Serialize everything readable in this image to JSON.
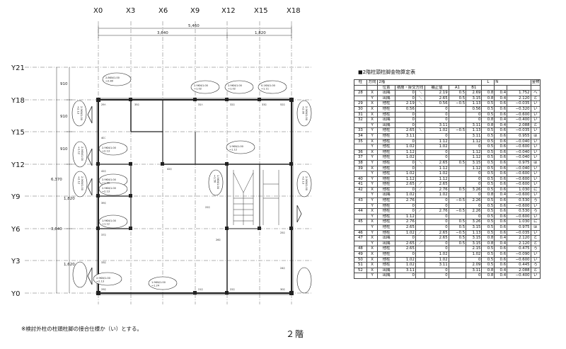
{
  "grid": {
    "x_labels": [
      "X0",
      "X3",
      "X6",
      "X9",
      "X12",
      "X15",
      "X18"
    ],
    "y_labels": [
      "Y21",
      "Y18",
      "Y15",
      "Y12",
      "Y9",
      "Y6",
      "Y3",
      "Y0"
    ]
  },
  "dimensions": {
    "overall_x": "5,460",
    "span_x_left": "3,640",
    "span_x_right": "1,820",
    "y_910_1": "910",
    "y_910_2": "910",
    "y_910_3": "910",
    "overall_y": "6,370",
    "y_1820": "1,820",
    "y_3640": "3,640",
    "y_1620": "1,620"
  },
  "callouts": {
    "c1": "2.8KN/1.00\n=2.80",
    "c2": "2.9KN/1.00\n=1.02",
    "c3": "2.9KN/1.00\n=1.02",
    "c4": "0.1KN/1.00\n=1.11",
    "c5": "2.9KN/1.00\n=2.13",
    "c6": "2.9KN/1.00\n=1.90",
    "c7": "2.9KN/1.00\n=2.13",
    "c8": "1.9KN/1.00\n=1.12",
    "c9": "1.9KN/1.00\n=1.12",
    "c10": "2.9KN/1.00\n=2.13",
    "c11": "1.9KN/1.00\n=1.24",
    "c12": "2.9KN/1.00\n=2.13",
    "c13": "2.9KN/1.00\n=2.00",
    "c14": "2.9KN/1.00\n=1.12",
    "c15": "2.9KN/1.00\n=2.12",
    "c16": "1.9KN/1.00\n=1.56",
    "c17": "2.9KN/1.00\n=2.13"
  },
  "footer_note": "※検討外柱の柱頭柱脚の接合仕様か（い）とする。",
  "floor_label": "２階",
  "table": {
    "title": "■2階柱頭柱脚金物算定表",
    "header1": [
      "柱",
      "方向",
      "2階",
      "",
      "",
      "",
      "",
      "",
      "L",
      "N",
      "金物"
    ],
    "header2": [
      "",
      "",
      "位置",
      "積層・掛交方向",
      "",
      "補正値",
      "A1",
      "B1",
      "",
      "",
      ""
    ],
    "rows": [
      [
        "28",
        "X",
        "出隅",
        "0",
        "＼",
        "2.19",
        "0.5",
        "2.69",
        "0.8",
        "0.4",
        "1.752",
        "へ"
      ],
      [
        "",
        "Y",
        "出隅",
        "0",
        "＼",
        "2.65",
        "0.5",
        "3.15",
        "0.8",
        "0.4",
        "2.120",
        "と"
      ],
      [
        "29",
        "X",
        "他柱",
        "2.19",
        "＼",
        "0.56",
        "−0.5",
        "1.13",
        "0.5",
        "0.6",
        "−0.035",
        "い"
      ],
      [
        "30",
        "X",
        "他柱",
        "0.56",
        "",
        "0",
        "",
        "0.56",
        "0.5",
        "0.6",
        "−0.320",
        "い"
      ],
      [
        "31",
        "X",
        "他柱",
        "0",
        "",
        "0",
        "",
        "0",
        "0.5",
        "0.6",
        "−0.600",
        "い"
      ],
      [
        "32",
        "X",
        "出隅",
        "0",
        "",
        "0",
        "",
        "0",
        "0.8",
        "0.4",
        "−0.400",
        "い"
      ],
      [
        "",
        "Y",
        "出隅",
        "0",
        "",
        "3.11",
        "",
        "3.11",
        "0.8",
        "0.4",
        "2.088",
        "と"
      ],
      [
        "33",
        "Y",
        "他柱",
        "2.65",
        "＼",
        "1.02",
        "−0.5",
        "1.13",
        "0.5",
        "0.6",
        "−0.035",
        "い"
      ],
      [
        "34",
        "Y",
        "他柱",
        "3.11",
        "",
        "0",
        "",
        "3.11",
        "0.5",
        "0.6",
        "0.955",
        "ほ"
      ],
      [
        "35",
        "X",
        "他柱",
        "0",
        "",
        "1.12",
        "",
        "1.12",
        "0.5",
        "0.6",
        "−0.040",
        "い"
      ],
      [
        "",
        "Y",
        "他柱",
        "1.02",
        "",
        "1.02",
        "",
        "0",
        "0.5",
        "0.6",
        "−0.600",
        "い"
      ],
      [
        "36",
        "X",
        "他柱",
        "1.12",
        "",
        "0",
        "",
        "1.12",
        "0.5",
        "0.6",
        "−0.040",
        "い"
      ],
      [
        "37",
        "Y",
        "他柱",
        "1.02",
        "",
        "0",
        "",
        "1.12",
        "0.5",
        "0.6",
        "−0.040",
        "い"
      ],
      [
        "38",
        "Y",
        "他柱",
        "0",
        "＼",
        "2.65",
        "0.5",
        "3.15",
        "0.5",
        "0.6",
        "0.975",
        "ほ"
      ],
      [
        "39",
        "X",
        "他柱",
        "0",
        "",
        "1.12",
        "",
        "1.12",
        "0.5",
        "0.6",
        "−0.040",
        "い"
      ],
      [
        "",
        "Y",
        "他柱",
        "1.02",
        "",
        "1.02",
        "",
        "0",
        "0.5",
        "0.6",
        "−0.600",
        "い"
      ],
      [
        "40",
        "Y",
        "他柱",
        "1.12",
        "",
        "1.12",
        "",
        "0",
        "0.5",
        "0.6",
        "−0.600",
        "い"
      ],
      [
        "41",
        "Y",
        "他柱",
        "2.65",
        "／",
        "2.65",
        "",
        "0",
        "0.5",
        "0.6",
        "−0.600",
        "い"
      ],
      [
        "42",
        "X",
        "他柱",
        "0",
        "／",
        "2.76",
        "0.5",
        "3.26",
        "0.5",
        "0.6",
        "1.030",
        "に"
      ],
      [
        "",
        "Y",
        "出隅",
        "1.02",
        "",
        "1.02",
        "",
        "0",
        "0.8",
        "0.4",
        "−0.600",
        "い"
      ],
      [
        "43",
        "Y",
        "他柱",
        "2.76",
        "",
        "0",
        "−0.5",
        "2.26",
        "0.5",
        "0.6",
        "0.530",
        "ろ"
      ],
      [
        "",
        "Y",
        "他柱",
        "0",
        "",
        "0",
        "",
        "0",
        "0.5",
        "0.6",
        "−0.600",
        "い"
      ],
      [
        "44",
        "X",
        "他柱",
        "0",
        "／",
        "2.76",
        "−0.5",
        "2.26",
        "0.5",
        "0.6",
        "0.530",
        "ろ"
      ],
      [
        "",
        "Y",
        "他柱",
        "1.12",
        "",
        "0",
        "",
        "0",
        "0.5",
        "0.6",
        "−0.600",
        "い"
      ],
      [
        "45",
        "X",
        "他柱",
        "2.76",
        "",
        "0",
        "0.5",
        "3.26",
        "0.5",
        "0.6",
        "1.030",
        "に"
      ],
      [
        "",
        "Y",
        "他柱",
        "2.65",
        "",
        "0",
        "0.5",
        "3.15",
        "0.5",
        "0.6",
        "0.975",
        "ほ"
      ],
      [
        "46",
        "Y",
        "他柱",
        "1.02",
        "／",
        "2.65",
        "−0.5",
        "1.13",
        "0.5",
        "0.6",
        "−0.035",
        "い"
      ],
      [
        "47",
        "X",
        "出隅",
        "0",
        "",
        "2.65",
        "0.5",
        "3.15",
        "0.8",
        "0.4",
        "2.120",
        "と"
      ],
      [
        "",
        "Y",
        "出隅",
        "2.65",
        "／",
        "0",
        "0.5",
        "3.15",
        "0.8",
        "0.4",
        "2.120",
        "と"
      ],
      [
        "48",
        "X",
        "他柱",
        "2.65",
        "",
        "0",
        "",
        "2.15",
        "0.5",
        "0.6",
        "0.475",
        "ろ"
      ],
      [
        "49",
        "X",
        "他柱",
        "0",
        "",
        "1.02",
        "",
        "1.02",
        "0.5",
        "0.6",
        "−0.090",
        "い"
      ],
      [
        "50",
        "X",
        "他柱",
        "1.02",
        "",
        "1.02",
        "",
        "0",
        "0.5",
        "0.6",
        "−0.600",
        "い"
      ],
      [
        "51",
        "X",
        "他柱",
        "1.02",
        "",
        "3.11",
        "",
        "2.09",
        "0.5",
        "0.6",
        "0.445",
        "ろ"
      ],
      [
        "52",
        "X",
        "出隅",
        "3.11",
        "",
        "0",
        "",
        "3.11",
        "0.8",
        "0.4",
        "2.088",
        "と"
      ],
      [
        "",
        "Y",
        "出隅",
        "0",
        "",
        "0",
        "",
        "0",
        "0.8",
        "0.4",
        "−0.400",
        "い"
      ]
    ]
  }
}
